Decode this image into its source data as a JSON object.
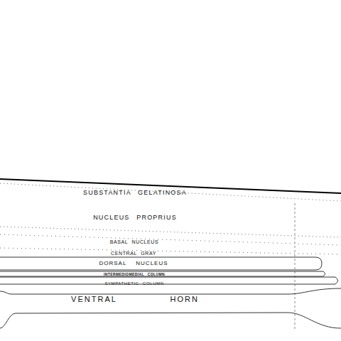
{
  "diagram": {
    "nodes": [
      {
        "text": [
          "SUBSTANTIA GELATINOSA"
        ]
      },
      {
        "text": [
          "NUCLEUS PROPRIUS"
        ]
      },
      {
        "text": [
          "BASAL NUCLEUS"
        ]
      },
      {
        "text": [
          "CENTRAL GRAY"
        ]
      },
      {
        "text": [
          "DORSAL NUCLEUS"
        ]
      },
      {
        "text": [
          "INTERMEDIOMEDIAL COLUMN"
        ]
      },
      {
        "text": [
          "SYMPATHETIC COLUMN"
        ]
      },
      {
        "text": [
          "VENTRAL HORN"
        ]
      }
    ]
  }
}
